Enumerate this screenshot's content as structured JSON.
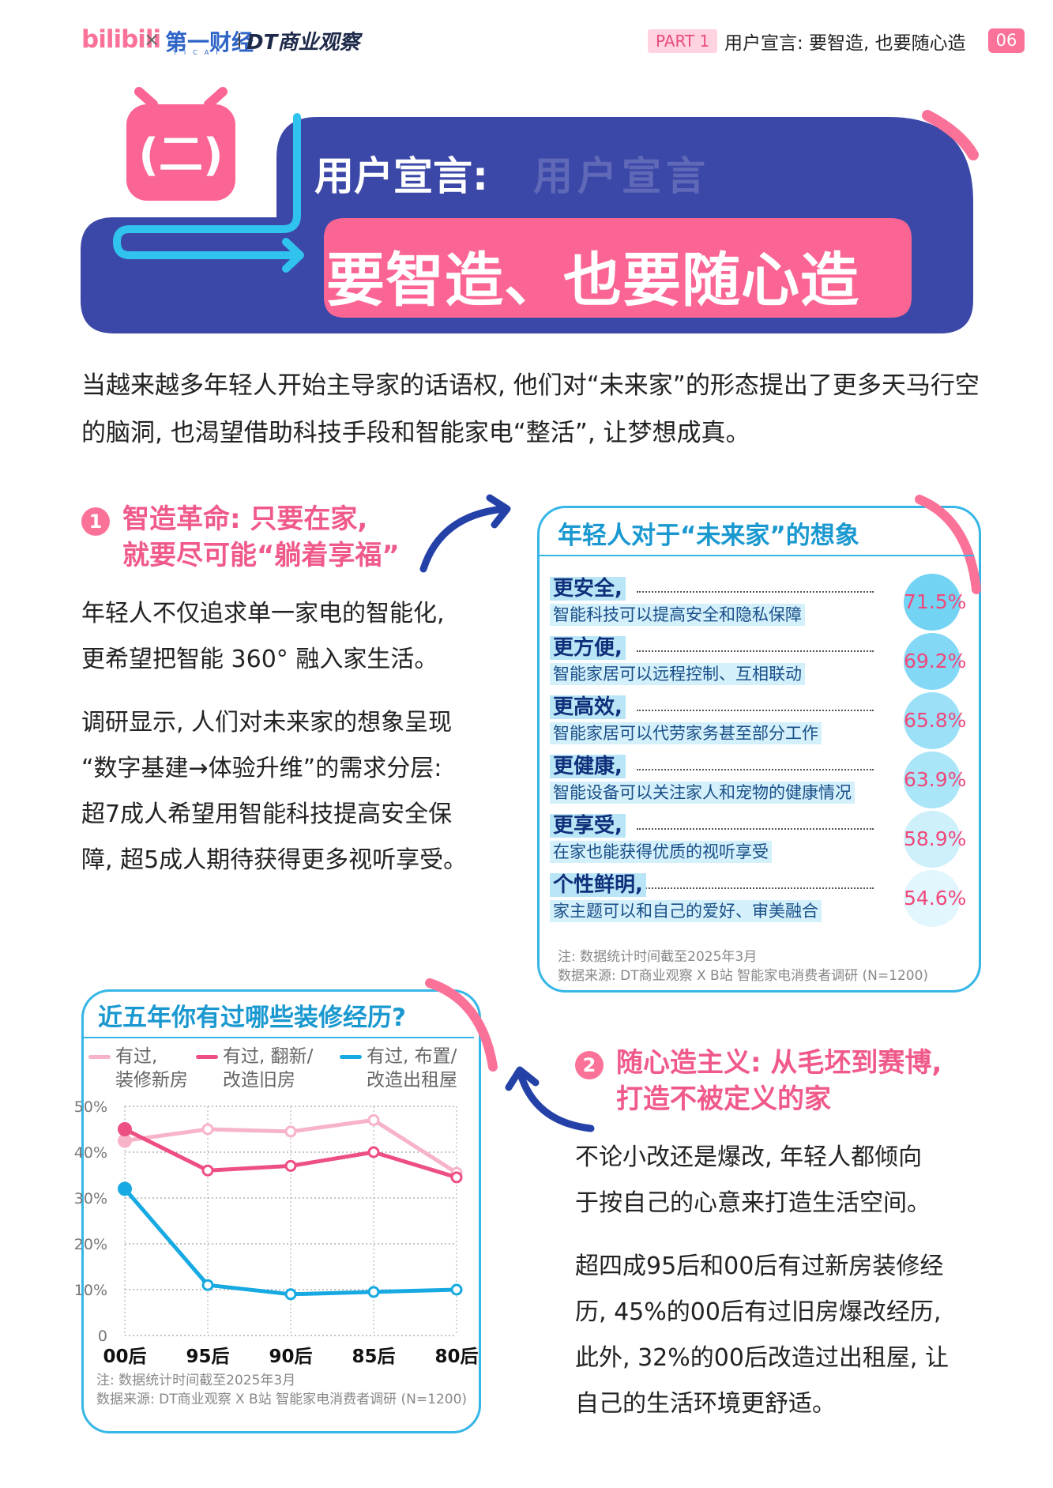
{
  "header": {
    "logo_bilibili": "bilibili",
    "logo_times": "×",
    "logo_yicai": "第一财经",
    "logo_yicai_sub": "YICAI",
    "logo_dt": "DT商业观察",
    "part_label": "PART 1",
    "title": "用户宣言: 要智造, 也要随心造",
    "page_number": "06"
  },
  "colors": {
    "pink": "#fb7299",
    "hot_pink": "#f05a8a",
    "navy": "#3c48a8",
    "blue": "#35b6e6",
    "light_pink_line": "#f7b3c8"
  },
  "section": {
    "number": "(二)",
    "subtitle": "用户宣言:",
    "ghost_text": "用户宣言",
    "title": "要智造、也要随心造"
  },
  "intro": "当越来越多年轻人开始主导家的话语权, 他们对“未来家”的形态提出了更多天马行空的脑洞, 也渴望借助科技手段和智能家电“整活”, 让梦想成真。",
  "point1": {
    "number": "1",
    "title_line1": "智造革命: 只要在家,",
    "title_line2": "就要尽可能“躺着享福”",
    "para1": [
      "年轻人不仅追求单一家电的智能化,",
      "更希望把智能 360° 融入家生活。"
    ],
    "para2": [
      "调研显示, 人们对未来家的想象呈现",
      "“数字基建→体验升维”的需求分层:",
      "超7成人希望用智能科技提高安全保",
      "障, 超5成人期待获得更多视听享受。"
    ]
  },
  "future_home": {
    "title": "年轻人对于“未来家”的想象",
    "items": [
      {
        "title": "更安全,",
        "desc": "智能科技可以提高安全和隐私保障",
        "value": "71.5%",
        "level": 71.5
      },
      {
        "title": "更方便,",
        "desc": "智能家居可以远程控制、互相联动",
        "value": "69.2%",
        "level": 69.2
      },
      {
        "title": "更高效,",
        "desc": "智能家居可以代劳家务甚至部分工作",
        "value": "65.8%",
        "level": 65.8
      },
      {
        "title": "更健康,",
        "desc": "智能设备可以关注家人和宠物的健康情况",
        "value": "63.9%",
        "level": 63.9
      },
      {
        "title": "更享受,",
        "desc": "在家也能获得优质的视听享受",
        "value": "58.9%",
        "level": 58.9
      },
      {
        "title": "个性鲜明,",
        "desc": "家主题可以和自己的爱好、审美融合",
        "value": "54.6%",
        "level": 54.6
      }
    ],
    "note1": "注: 数据统计时间截至2025年3月",
    "note2": "数据来源: DT商业观察 X B站 智能家电消费者调研 (N=1200)"
  },
  "chart_data": {
    "type": "line",
    "title": "近五年你有过哪些装修经历?",
    "categories": [
      "00后",
      "95后",
      "90后",
      "85后",
      "80后"
    ],
    "y_ticks": [
      "50%",
      "40%",
      "30%",
      "20%",
      "10%",
      "0"
    ],
    "ylim": [
      0,
      50
    ],
    "grid": true,
    "legend_position": "top",
    "series": [
      {
        "name": "有过, 装修新房",
        "legend_lines": [
          "有过,",
          "装修新房"
        ],
        "color": "#f7b3c8",
        "values": [
          42.5,
          45,
          44.5,
          47,
          35.5
        ]
      },
      {
        "name": "有过, 翻新/改造旧房",
        "legend_lines": [
          "有过, 翻新/",
          "改造旧房"
        ],
        "color": "#ee4f83",
        "values": [
          45,
          36,
          37,
          40,
          34.5
        ]
      },
      {
        "name": "有过, 布置/改造出租屋",
        "legend_lines": [
          "有过, 布置/",
          "改造出租屋"
        ],
        "color": "#17a9e1",
        "values": [
          32,
          11,
          9,
          9.5,
          10
        ]
      }
    ],
    "note1": "注: 数据统计时间截至2025年3月",
    "note2": "数据来源: DT商业观察 X B站 智能家电消费者调研 (N=1200)"
  },
  "point2": {
    "number": "2",
    "title_line1": "随心造主义: 从毛坯到赛博,",
    "title_line2": "打造不被定义的家",
    "para1": [
      "不论小改还是爆改, 年轻人都倾向",
      "于按自己的心意来打造生活空间。"
    ],
    "para2": [
      "超四成95后和00后有过新房装修经",
      "历, 45%的00后有过旧房爆改经历,",
      "此外, 32%的00后改造过出租屋, 让",
      "自己的生活环境更舒适。"
    ]
  }
}
